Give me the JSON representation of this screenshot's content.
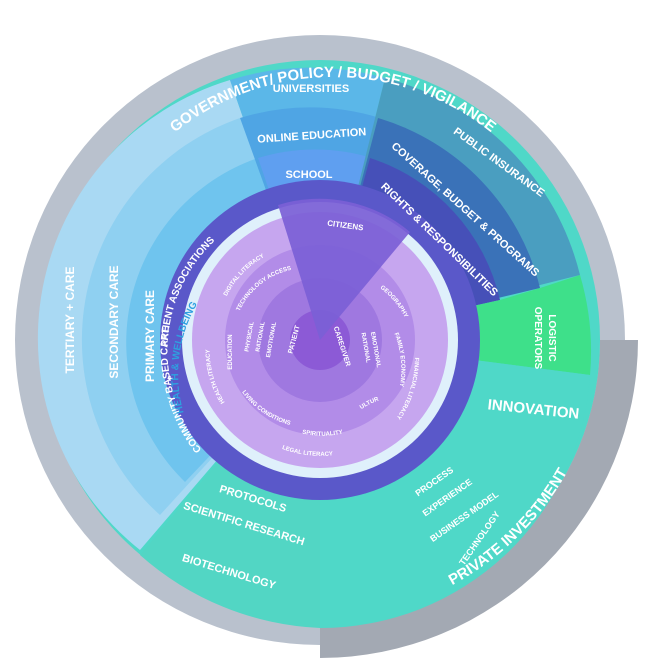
{
  "outer_ring": {
    "top": "GOVERNMENT/ POLICY / BUDGET / VIGILANCE",
    "bottom_right": "PRIVATE INVESTMENT"
  },
  "care": {
    "tertiary": "TERTIARY + CARE",
    "secondary": "SECONDARY CARE",
    "primary": "PRIMARY CARE",
    "community": "COMMUNITY BASED CARE",
    "plus": "+",
    "patient_assoc": "PATIENT ASSOCIATIONS"
  },
  "education": {
    "universities": "UNIVERSITIES",
    "online": "ONLINE EDUCATION",
    "school": "SCHOOL"
  },
  "public": {
    "insurance": "PUBLIC INSURANCE",
    "coverage": "COVERAGE, BUDGET & PROGRAMS",
    "rights": "RIGHTS & RESPONSIBILITIES"
  },
  "logistic": {
    "line1": "LOGISTIC",
    "line2": "OPERATORS"
  },
  "innovation": {
    "title": "INNOVATION",
    "items": [
      "PROCESS",
      "EXPERIENCE",
      "BUSINESS MODEL",
      "TECHNOLOGY"
    ]
  },
  "research": {
    "protocols": "PROTOCOLS",
    "scientific": "SCIENTIFIC RESEARCH",
    "biotech": "BIOTECHNOLOGY"
  },
  "inner": {
    "health": "HEALTH & WELLBEING",
    "citizens": "CITIZENS",
    "digital_literacy": "DIGITAL LITERACY",
    "tech_access": "TECHNOLOGY ACCESS",
    "education": "EDUCATION",
    "physical": "PHYSICAL",
    "rational": "RATIONAL",
    "emotional": "EMOTIONAL",
    "patient": "PATIENT",
    "caregiver": "CAREGIVER",
    "rational_r": "RATIONAL",
    "emotional_r": "EMOTIONAL",
    "geography": "GEOGRAPHY",
    "family_economy": "FAMILY ECONOMY",
    "financial_literacy": "FINANCIAL LITERACY",
    "culture": "CULTURE",
    "health_literacy": "HEALTH LITERACY",
    "living_conditions": "LIVING CONDITIONS",
    "spirituality": "SPIRITUALITY",
    "legal_literacy": "LEGAL LITERACY"
  },
  "colors": {
    "outer_gray": "#b9c1cd",
    "dark_gray": "#a3a9b3",
    "teal": "#4fd8c8",
    "light_blue": "#a9d9f3",
    "mid_blue": "#7fcaef",
    "sky": "#5bb7e8",
    "navy": "#3a5fc0",
    "indigo": "#5a58c9",
    "purple": "#8c6fe0",
    "lavender": "#c6a6ef",
    "green": "#3ee08a"
  }
}
